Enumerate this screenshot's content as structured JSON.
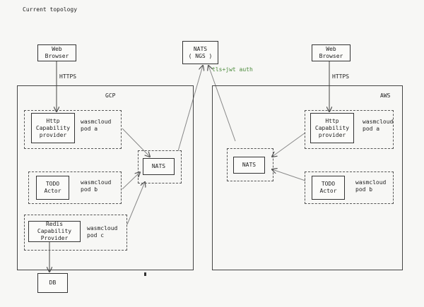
{
  "title": "Current topology",
  "top_nats": {
    "label": "NATS\n( NGS )",
    "edge_label": "tls+jwt auth"
  },
  "gcp": {
    "region_label": "GCP",
    "browser": "Web Browser",
    "https": "HTTPS",
    "pod_a": {
      "box": "Http\nCapability\nprovider",
      "label": "wasmcloud\npod a"
    },
    "pod_b": {
      "box": "TODO\nActor",
      "label": "wasmcloud\npod b"
    },
    "pod_c": {
      "box": "Redis Capability\nProvider",
      "label": "wasmcloud\npod c"
    },
    "nats": "NATS",
    "db": "DB"
  },
  "aws": {
    "region_label": "AWS",
    "browser": "Web Browser",
    "https": "HTTPS",
    "pod_a": {
      "box": "Http\nCapability\nprovider",
      "label": "wasmcloud\npod a"
    },
    "pod_b": {
      "box": "TODO\nActor",
      "label": "wasmcloud\npod b"
    },
    "nats": "NATS"
  },
  "colors": {
    "ink": "#333333",
    "arrow": "#7a7a7a",
    "auth": "#4a8a3a"
  }
}
